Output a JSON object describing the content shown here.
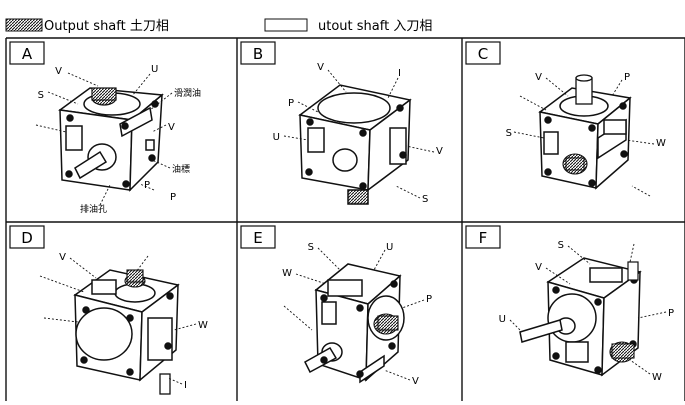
{
  "legend": {
    "items": [
      {
        "label": "Output shaft 土刀相",
        "swatch": "hatched"
      },
      {
        "label": "utout shaft 入刀相",
        "swatch": "outline"
      }
    ]
  },
  "panels": [
    {
      "letter": "A",
      "callouts": [
        "V",
        "S",
        "U",
        "",
        "P",
        "V",
        "P",
        "滑潤油",
        "油標",
        "排油孔"
      ]
    },
    {
      "letter": "B",
      "callouts": [
        "V",
        "I",
        "P",
        "U",
        "V",
        "S"
      ]
    },
    {
      "letter": "C",
      "callouts": [
        "V",
        "P",
        "",
        "S",
        "W"
      ]
    },
    {
      "letter": "D",
      "callouts": [
        "",
        "V",
        "",
        "W",
        "I"
      ]
    },
    {
      "letter": "E",
      "callouts": [
        "S",
        "U",
        "W",
        "P",
        "",
        "V"
      ]
    },
    {
      "letter": "F",
      "callouts": [
        "S",
        "",
        "V",
        "U",
        "P",
        "W"
      ]
    }
  ],
  "colors": {
    "ink": "#111111",
    "background": "#ffffff"
  }
}
